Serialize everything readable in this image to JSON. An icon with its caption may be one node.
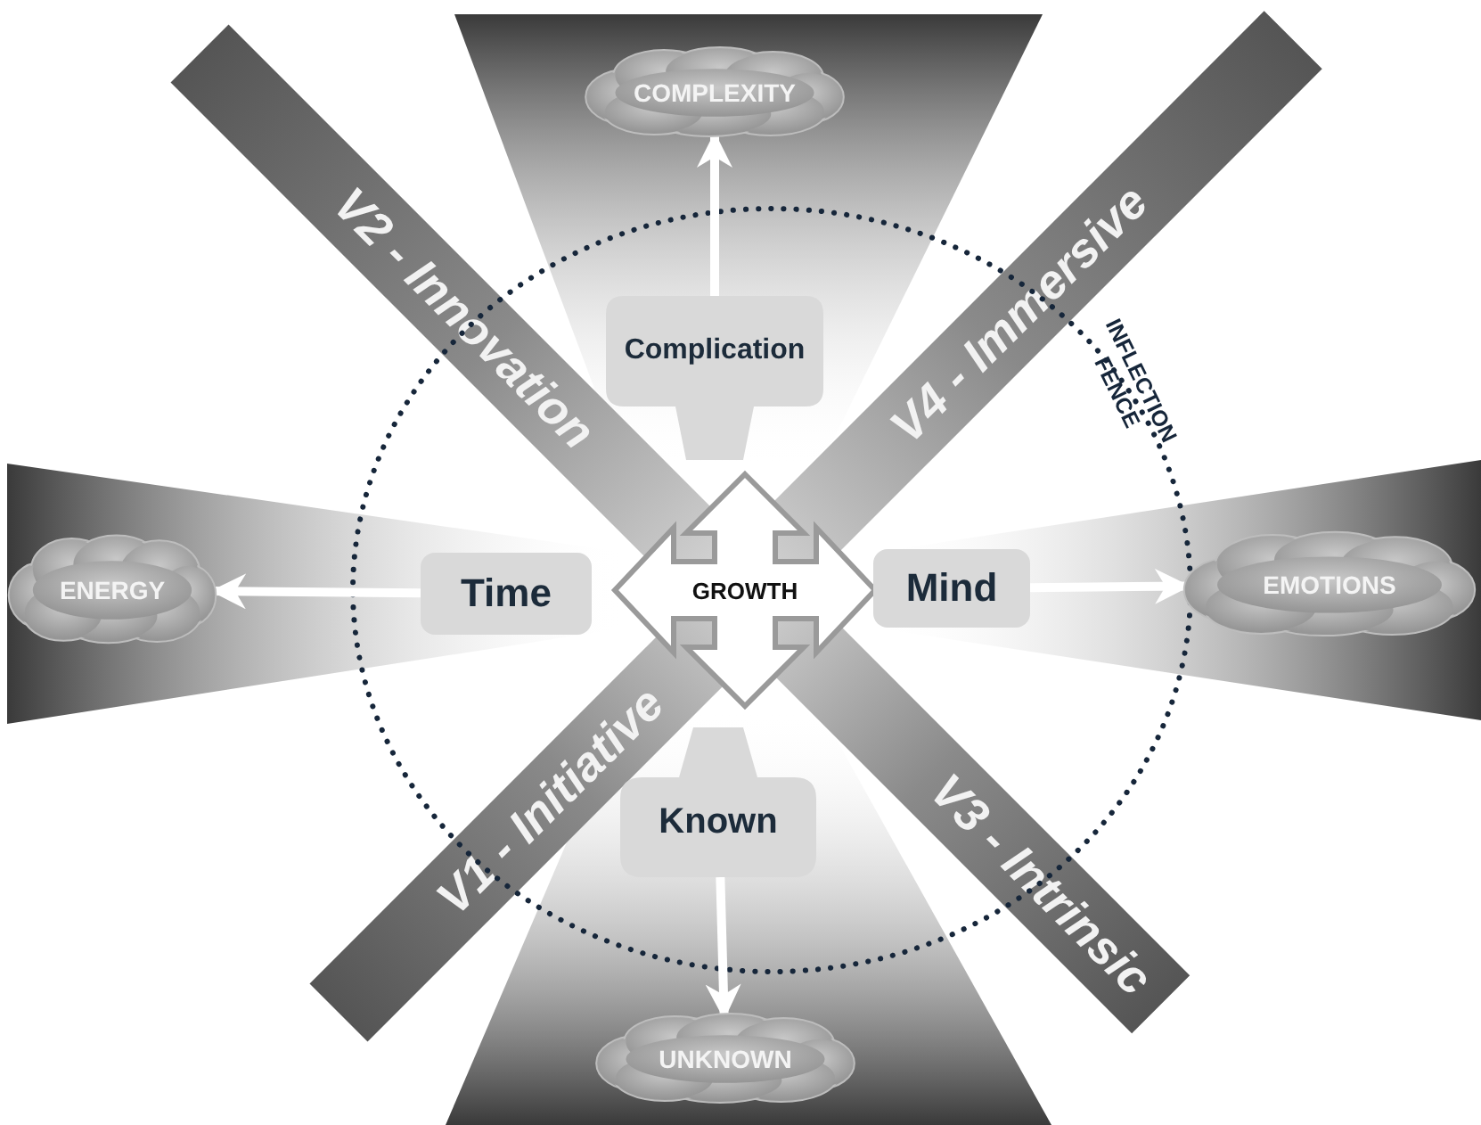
{
  "diagram": {
    "nodes": [
      {
        "text": [
          "GROWTH"
        ]
      },
      {
        "text": [
          "Complication"
        ]
      },
      {
        "text": [
          "Time"
        ]
      },
      {
        "text": [
          "Mind"
        ]
      },
      {
        "text": [
          "Known"
        ]
      },
      {
        "text": [
          "COMPLEXITY"
        ]
      },
      {
        "text": [
          "ENERGY"
        ]
      },
      {
        "text": [
          "EMOTIONS"
        ]
      },
      {
        "text": [
          "UNKNOWN"
        ]
      }
    ],
    "edges": [
      {
        "from": 1,
        "to": 5,
        "arrow": "to"
      },
      {
        "from": 2,
        "to": 6,
        "arrow": "to"
      },
      {
        "from": 3,
        "to": 7,
        "arrow": "to"
      },
      {
        "from": 4,
        "to": 8,
        "arrow": "to"
      }
    ],
    "labels": [
      "V2 - Innovation",
      "V4 - Immersive",
      "INFLECTION FENCE",
      "V1 - Initiative",
      "V3 - Intrinsic"
    ]
  }
}
